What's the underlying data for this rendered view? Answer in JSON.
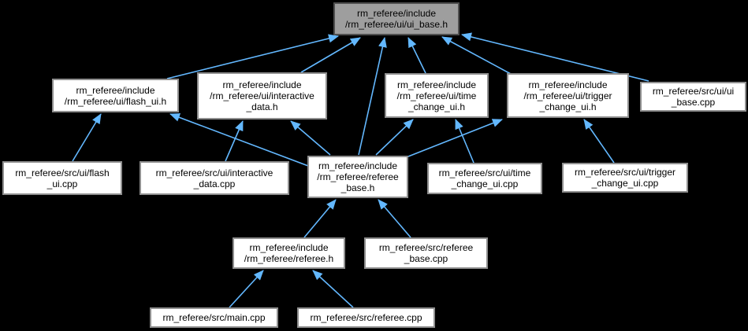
{
  "graph": {
    "kind": "include-dependency-graph",
    "colors": {
      "background": "#000000",
      "arrow": "#63b8ff",
      "node_fill": "#ffffff",
      "node_border": "#8f8f8f",
      "highlighted_node_fill": "#9e9e9e",
      "highlighted_node_border": "#4f4f4f",
      "text": "#000000"
    },
    "nodes": [
      {
        "id": "ui_base_h",
        "label": "rm_referee/include\n/rm_referee/ui/ui_base.h",
        "highlighted": true
      },
      {
        "id": "flash_ui_h",
        "label": "rm_referee/include\n/rm_referee/ui/flash_ui.h",
        "highlighted": false
      },
      {
        "id": "interactive_data_h",
        "label": "rm_referee/include\n/rm_referee/ui/interactive\n_data.h",
        "highlighted": false
      },
      {
        "id": "time_change_ui_h",
        "label": "rm_referee/include\n/rm_referee/ui/time\n_change_ui.h",
        "highlighted": false
      },
      {
        "id": "trigger_change_ui_h",
        "label": "rm_referee/include\n/rm_referee/ui/trigger\n_change_ui.h",
        "highlighted": false
      },
      {
        "id": "ui_base_cpp",
        "label": "rm_referee/src/ui/ui\n_base.cpp",
        "highlighted": false
      },
      {
        "id": "flash_ui_cpp",
        "label": "rm_referee/src/ui/flash\n_ui.cpp",
        "highlighted": false
      },
      {
        "id": "interactive_data_cpp",
        "label": "rm_referee/src/ui/interactive\n_data.cpp",
        "highlighted": false
      },
      {
        "id": "referee_base_h",
        "label": "rm_referee/include\n/rm_referee/referee\n_base.h",
        "highlighted": false
      },
      {
        "id": "time_change_ui_cpp",
        "label": "rm_referee/src/ui/time\n_change_ui.cpp",
        "highlighted": false
      },
      {
        "id": "trigger_change_ui_cpp",
        "label": "rm_referee/src/ui/trigger\n_change_ui.cpp",
        "highlighted": false
      },
      {
        "id": "referee_h",
        "label": "rm_referee/include\n/rm_referee/referee.h",
        "highlighted": false
      },
      {
        "id": "referee_base_cpp",
        "label": "rm_referee/src/referee\n_base.cpp",
        "highlighted": false
      },
      {
        "id": "main_cpp",
        "label": "rm_referee/src/main.cpp",
        "highlighted": false
      },
      {
        "id": "referee_cpp",
        "label": "rm_referee/src/referee.cpp",
        "highlighted": false
      }
    ],
    "edges": [
      {
        "from": "flash_ui_h",
        "to": "ui_base_h"
      },
      {
        "from": "interactive_data_h",
        "to": "ui_base_h"
      },
      {
        "from": "referee_base_h",
        "to": "ui_base_h"
      },
      {
        "from": "time_change_ui_h",
        "to": "ui_base_h"
      },
      {
        "from": "trigger_change_ui_h",
        "to": "ui_base_h"
      },
      {
        "from": "ui_base_cpp",
        "to": "ui_base_h"
      },
      {
        "from": "flash_ui_cpp",
        "to": "flash_ui_h"
      },
      {
        "from": "referee_base_h",
        "to": "flash_ui_h"
      },
      {
        "from": "interactive_data_cpp",
        "to": "interactive_data_h"
      },
      {
        "from": "referee_base_h",
        "to": "interactive_data_h"
      },
      {
        "from": "referee_base_h",
        "to": "time_change_ui_h"
      },
      {
        "from": "time_change_ui_cpp",
        "to": "time_change_ui_h"
      },
      {
        "from": "referee_base_h",
        "to": "trigger_change_ui_h"
      },
      {
        "from": "trigger_change_ui_cpp",
        "to": "trigger_change_ui_h"
      },
      {
        "from": "referee_h",
        "to": "referee_base_h"
      },
      {
        "from": "referee_base_cpp",
        "to": "referee_base_h"
      },
      {
        "from": "main_cpp",
        "to": "referee_h"
      },
      {
        "from": "referee_cpp",
        "to": "referee_h"
      }
    ]
  }
}
